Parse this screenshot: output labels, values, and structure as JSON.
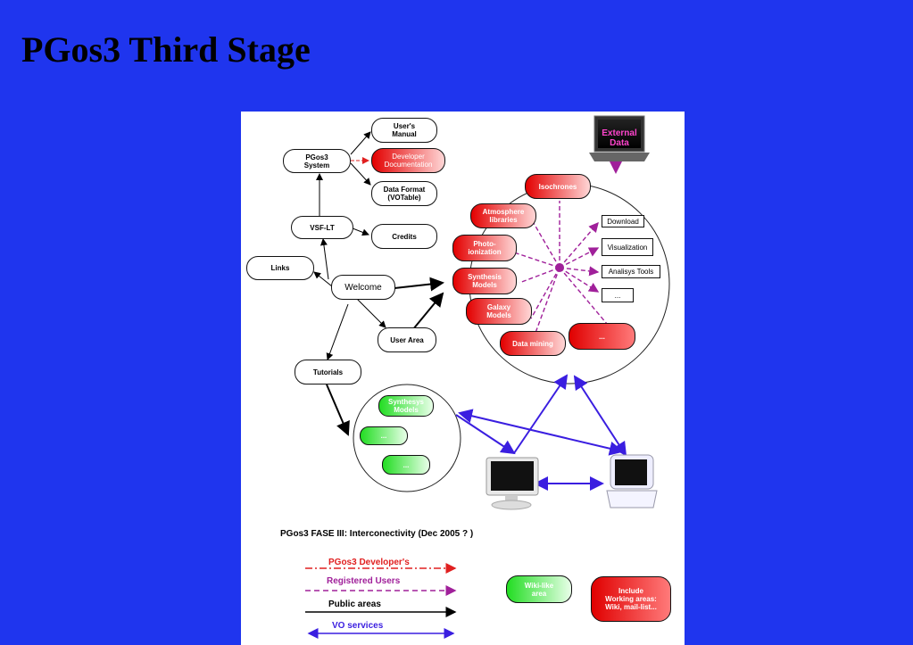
{
  "page": {
    "title": "PGos3 Third Stage"
  },
  "diagram": {
    "nodes": {
      "users_manual": "User's\nManual",
      "dev_doc": "Developer\nDocumentation",
      "data_format": "Data Format\n(VOTable)",
      "pgos3_system": "PGos3\nSystem",
      "vsf_lt": "VSF-LT",
      "credits": "Credits",
      "links": "Links",
      "welcome": "Welcome",
      "user_area": "User Area",
      "tutorials": "Tutorials",
      "isochrones": "Isochrones",
      "atmosphere": "Atmosphere\nlibraries",
      "photo": "Photo-\nionization",
      "synthesis": "Synthesis\nModels",
      "galaxy": "Galaxy\nModels",
      "data_mining": "Data mining",
      "dots_red": "...",
      "download": "Download",
      "visualization": "Visualization",
      "analysis": "Analisys Tools",
      "dots_box": "...",
      "external": "External\nData",
      "synthesys_green": "Synthesys\nModels",
      "dots_green_1": "...",
      "dots_green_2": "..."
    },
    "caption": "PGos3 FASE III: Interconectivity  (Dec 2005 ? )",
    "legend": {
      "developers": "PGos3 Developer's",
      "registered": "Registered Users",
      "public": "Public areas",
      "vo": "VO services",
      "wiki": "Wiki-like\narea",
      "include": "Include\nWorking areas:\nWiki, mail-list..."
    },
    "colors": {
      "background": "#1f35ee",
      "developers": "#e02020",
      "registered": "#a0209a",
      "public": "#000000",
      "vo": "#3a1ee0"
    }
  }
}
